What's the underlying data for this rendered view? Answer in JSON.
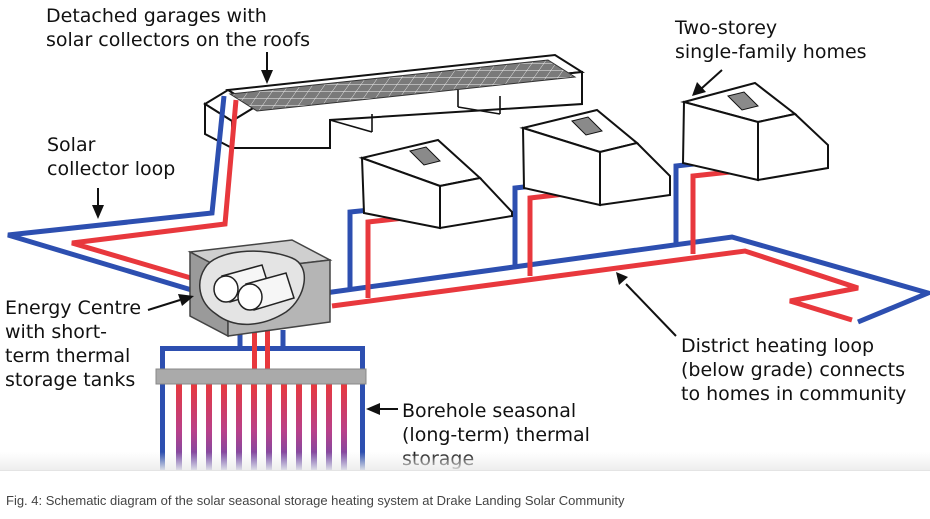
{
  "diagram": {
    "labels": {
      "garages": [
        "Detached garages with",
        "solar collectors on the roofs"
      ],
      "homes": [
        "Two-storey",
        "single-family homes"
      ],
      "collector_loop": [
        "Solar",
        "collector loop"
      ],
      "energy_centre": [
        "Energy Centre",
        "with short-",
        "term thermal",
        "storage tanks"
      ],
      "district_loop": [
        "District heating loop",
        "(below grade) connects",
        "to homes in community"
      ],
      "borehole": [
        "Borehole seasonal",
        "(long-term) thermal",
        "storage"
      ]
    },
    "colors": {
      "cold_pipe": "#2d4fb0",
      "hot_pipe": "#e8383d",
      "outline": "#111111",
      "energy_centre_fill": "#b5b5b5",
      "collector_panel": "#777777",
      "borehole_header": "#aaaaaa"
    }
  },
  "caption": "Fig. 4: Schematic diagram of the solar seasonal storage heating system at Drake Landing Solar Community"
}
